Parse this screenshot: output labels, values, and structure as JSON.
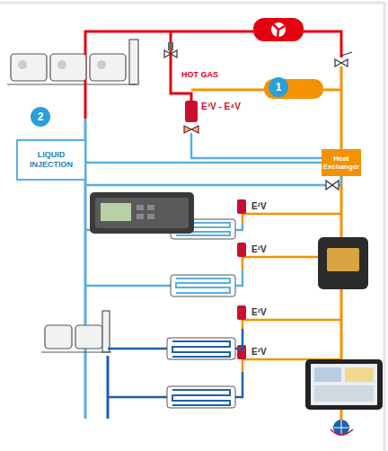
{
  "diagram": {
    "nodes": [
      {
        "text": [
          "1"
        ]
      },
      {
        "text": [
          "2"
        ]
      },
      {
        "text": [
          "LIQUID INJECTION"
        ]
      },
      {
        "text": [
          "Heat Exchanger"
        ]
      }
    ],
    "edges": [
      {
        "from": 2,
        "to": 3,
        "arrow": "none"
      }
    ],
    "labels": [
      "HOT GAS",
      "E³V - E⁴V",
      "E²V",
      "E²V",
      "E²V",
      "E²V"
    ]
  }
}
